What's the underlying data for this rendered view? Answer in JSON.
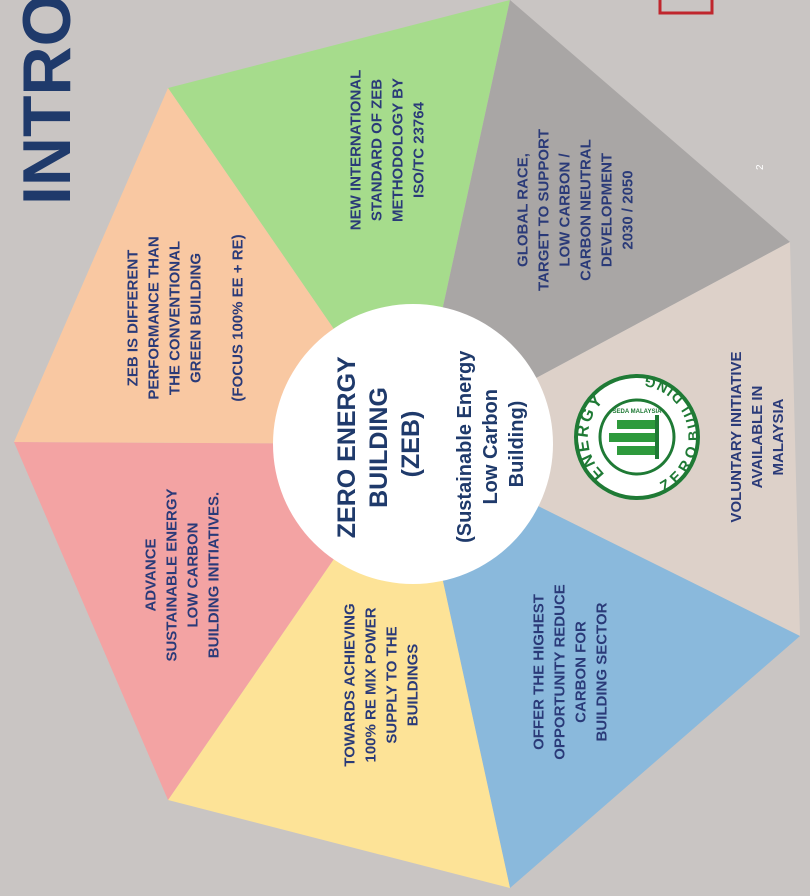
{
  "header": {
    "title_partial": "INTROD",
    "page_number": "2"
  },
  "center": {
    "title_lines": [
      "ZERO ENERGY",
      "BUILDING",
      "(ZEB)"
    ],
    "subtitle_lines": [
      "(Sustainable Energy",
      "Low Carbon",
      "Building)"
    ]
  },
  "segments": [
    {
      "id": "iso",
      "color": "#a6dc8c",
      "lines": [
        "NEW INTERNATIONAL",
        "STANDARD OF ZEB",
        "METHODOLOGY BY",
        "ISO/TC 23764"
      ]
    },
    {
      "id": "global-race",
      "color": "#a9a6a5",
      "lines": [
        "GLOBAL RACE,",
        "TARGET TO SUPPORT",
        "LOW CARBON /",
        "CARBON NEUTRAL",
        "DEVELOPMENT",
        "2030 / 2050"
      ]
    },
    {
      "id": "voluntary",
      "color": "#ddd1c9",
      "lines": [
        "VOLUNTARY INITIATIVE",
        "AVAILABLE IN",
        "MALAYSIA"
      ]
    },
    {
      "id": "opportunity",
      "color": "#8ab9dc",
      "lines": [
        "OFFER THE HIGHEST",
        "OPPORTUNITY REDUCE",
        "CARBON FOR",
        "BUILDING SECTOR"
      ]
    },
    {
      "id": "re-mix",
      "color": "#fde397",
      "lines": [
        "TOWARDS ACHIEVING",
        "100% RE MIX POWER",
        "SUPPLY TO THE",
        "BUILDINGS"
      ]
    },
    {
      "id": "advance",
      "color": "#f3a3a3",
      "lines": [
        "ADVANCE",
        "SUSTAINABLE ENERGY",
        "LOW CARBON",
        "BUILDING INITIATIVES."
      ]
    },
    {
      "id": "different",
      "color": "#f9c8a2",
      "lines": [
        "ZEB IS DIFFERENT",
        "PERFORMANCE THAN",
        "THE CONVENTIONAL",
        "GREEN BUILDING",
        "",
        "(FOCUS 100% EE + RE)"
      ]
    }
  ],
  "logo": {
    "ring_top": "ENERGY",
    "ring_bottom": "ZERO",
    "ring_right": "BUILDING",
    "org": "SEDA MALAYSIA"
  },
  "colors": {
    "title": "#1f3a6b",
    "text": "#2a3a78",
    "center_fill": "#ffffff",
    "logo_green": "#2e9a3c",
    "logo_ring": "#1f7a35"
  }
}
